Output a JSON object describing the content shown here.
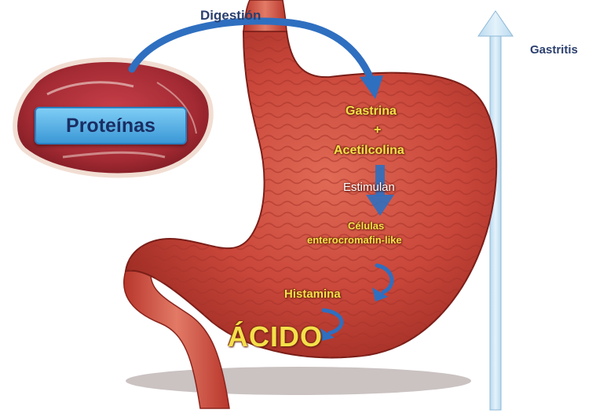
{
  "labels": {
    "digestion": "Digestión",
    "proteins": "Proteínas",
    "gastrina": "Gastrina",
    "plus": "+",
    "acetilcolina": "Acetilcolina",
    "estimulan": "Estimulan",
    "celulas": "Células",
    "enterocromafin": "enterocromafin-like",
    "histamina": "Histamina",
    "acido": "ÁCIDO",
    "gastritis": "Gastritis"
  },
  "colors": {
    "accent_text": "#2b3f6e",
    "highlight_text": "#f4e04a",
    "stomach": "#c9463a",
    "arrow_blue": "#2f6fc0",
    "gastritis_arrow": "#cfe6f6"
  },
  "icons": [
    "meat-steak-icon",
    "stomach-illustration",
    "flow-arrow-icon",
    "gastritis-arrow-icon"
  ]
}
